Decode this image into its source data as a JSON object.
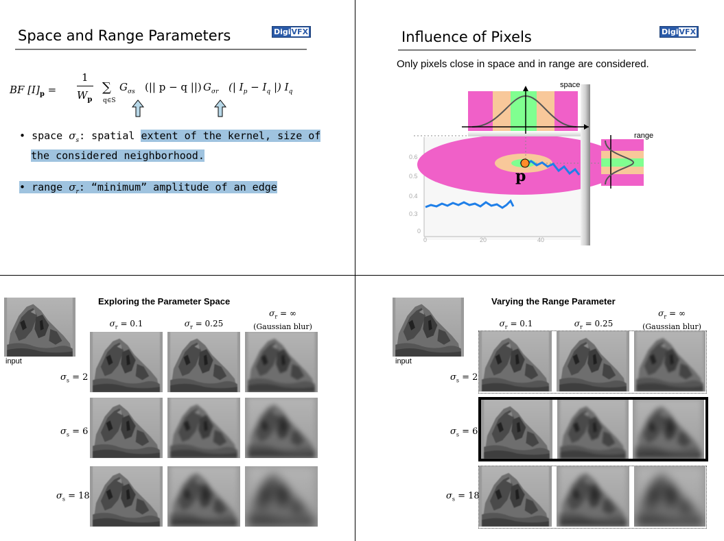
{
  "logo": {
    "part1": "Digi",
    "part2": "VFX"
  },
  "slide1": {
    "title": "Space and Range Parameters",
    "formula_lhs": "BF [I]",
    "formula_lhs_sub": "p",
    "formula_frac_num": "1",
    "formula_frac_den": "W",
    "formula_frac_den_sub": "p",
    "formula_sum": "∑",
    "formula_sum_sub": "q∈S",
    "formula_g1": "G",
    "formula_g1_sub": "σs",
    "formula_space_arg": "(|| p − q ||)",
    "formula_g2": "G",
    "formula_g2_sub": "σr",
    "formula_range_arg": "(| I",
    "formula_range_arg2": "− I",
    "formula_range_arg3": "|) I",
    "bullet_space_pre": "space ",
    "bullet_space_sigma": "σ",
    "bullet_space_sigma_sub": "s",
    "bullet_space_text1": ": spatial ",
    "bullet_space_text2": "extent of the kernel, size of",
    "bullet_space_text3": "the considered neighborhood.",
    "bullet_range_pre": "range ",
    "bullet_range_sigma": "σ",
    "bullet_range_sigma_sub": "r",
    "bullet_range_text": ": “minimum” amplitude of an edge"
  },
  "slide2": {
    "title": "Influence of Pixels",
    "caption": "Only pixels close in space and in range are considered.",
    "space_label": "space",
    "range_label": "range",
    "p_label": "p",
    "y_ticks": [
      "0.6",
      "0.5",
      "0.4",
      "0.3",
      "0"
    ],
    "x_ticks": [
      "0",
      "20",
      "40"
    ]
  },
  "slide3": {
    "title": "Exploring the Parameter Space",
    "input_label": "input",
    "col_heads": [
      "σr = 0.1",
      "σr = 0.25",
      "σr = ∞"
    ],
    "col_head_extra": "(Gaussian blur)",
    "row_heads": [
      "σs = 2",
      "σs = 6",
      "σs = 18"
    ]
  },
  "slide4": {
    "title": "Varying the Range Parameter",
    "input_label": "input",
    "col_heads": [
      "σr = 0.1",
      "σr = 0.25",
      "σr = ∞"
    ],
    "col_head_extra": "(Gaussian blur)",
    "row_heads": [
      "σs = 2",
      "σs = 6",
      "σs = 18"
    ]
  }
}
